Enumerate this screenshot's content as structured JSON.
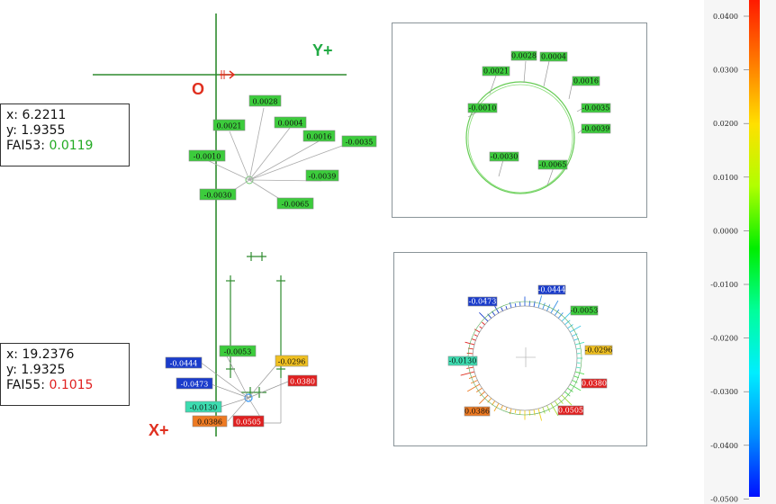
{
  "axes": {
    "y_label": "Y+",
    "x_label": "X+",
    "origin_label": "O"
  },
  "colors": {
    "axis": "#2e8b2e",
    "y_label": "#22aa44",
    "x_label": "#e03020",
    "good": "#22aa22",
    "bad": "#e02020"
  },
  "info_boxes": [
    {
      "x": "x: 6.2211",
      "y": "y: 1.9355",
      "fai_label": "FAI53: ",
      "fai_value": "0.0119",
      "value_color": "#22aa22"
    },
    {
      "x": "x: 19.2376",
      "y": "y: 1.9325",
      "fai_label": "FAI55: ",
      "fai_value": "0.1015",
      "value_color": "#e02020"
    }
  ],
  "fai53_labels": [
    {
      "text": "0.0028",
      "color": "#3ccc3c"
    },
    {
      "text": "0.0021",
      "color": "#3ccc3c"
    },
    {
      "text": "0.0004",
      "color": "#3ccc3c"
    },
    {
      "text": "0.0016",
      "color": "#3ccc3c"
    },
    {
      "text": "-0.0035",
      "color": "#3ccc3c"
    },
    {
      "text": "-0.0010",
      "color": "#3ccc3c"
    },
    {
      "text": "-0.0039",
      "color": "#3ccc3c"
    },
    {
      "text": "-0.0030",
      "color": "#3ccc3c"
    },
    {
      "text": "-0.0065",
      "color": "#3ccc3c"
    }
  ],
  "fai55_labels": [
    {
      "text": "-0.0053",
      "color": "#3ccc3c"
    },
    {
      "text": "-0.0444",
      "color": "#1a3ccc"
    },
    {
      "text": "-0.0296",
      "color": "#f0c020"
    },
    {
      "text": "-0.0473",
      "color": "#1a3ccc"
    },
    {
      "text": "0.0380",
      "color": "#e02020"
    },
    {
      "text": "-0.0130",
      "color": "#3cdcb0"
    },
    {
      "text": "0.0386",
      "color": "#ee7a22"
    },
    {
      "text": "0.0505",
      "color": "#e02020"
    }
  ],
  "panel1_labels": [
    {
      "text": "0.0028",
      "color": "#3ccc3c"
    },
    {
      "text": "0.0004",
      "color": "#3ccc3c"
    },
    {
      "text": "0.0021",
      "color": "#3ccc3c"
    },
    {
      "text": "0.0016",
      "color": "#3ccc3c"
    },
    {
      "text": "-0.0010",
      "color": "#3ccc3c"
    },
    {
      "text": "-0.0035",
      "color": "#3ccc3c"
    },
    {
      "text": "-0.0039",
      "color": "#3ccc3c"
    },
    {
      "text": "-0.0030",
      "color": "#3ccc3c"
    },
    {
      "text": "-0.0065",
      "color": "#3ccc3c"
    }
  ],
  "panel2_labels": [
    {
      "text": "-0.0473",
      "color": "#1a3ccc"
    },
    {
      "text": "-0.0444",
      "color": "#1a3ccc"
    },
    {
      "text": "-0.0053",
      "color": "#3ccc3c"
    },
    {
      "text": "-0.0130",
      "color": "#3cdcb0"
    },
    {
      "text": "-0.0296",
      "color": "#f0c020"
    },
    {
      "text": "0.0380",
      "color": "#e02020"
    },
    {
      "text": "0.0386",
      "color": "#ee7a22"
    },
    {
      "text": "0.0505",
      "color": "#e02020"
    }
  ],
  "color_scale": {
    "ticks": [
      "0.0400",
      "0.0300",
      "0.0200",
      "0.0100",
      "0.0000",
      "-0.0100",
      "-0.0200",
      "-0.0300",
      "-0.0400",
      "-0.0500"
    ],
    "gradient": [
      "#ff1a00",
      "#ff7a00",
      "#ffe000",
      "#b0ff00",
      "#00ee00",
      "#00ff9a",
      "#00eeff",
      "#0090ff",
      "#0010ff"
    ]
  }
}
